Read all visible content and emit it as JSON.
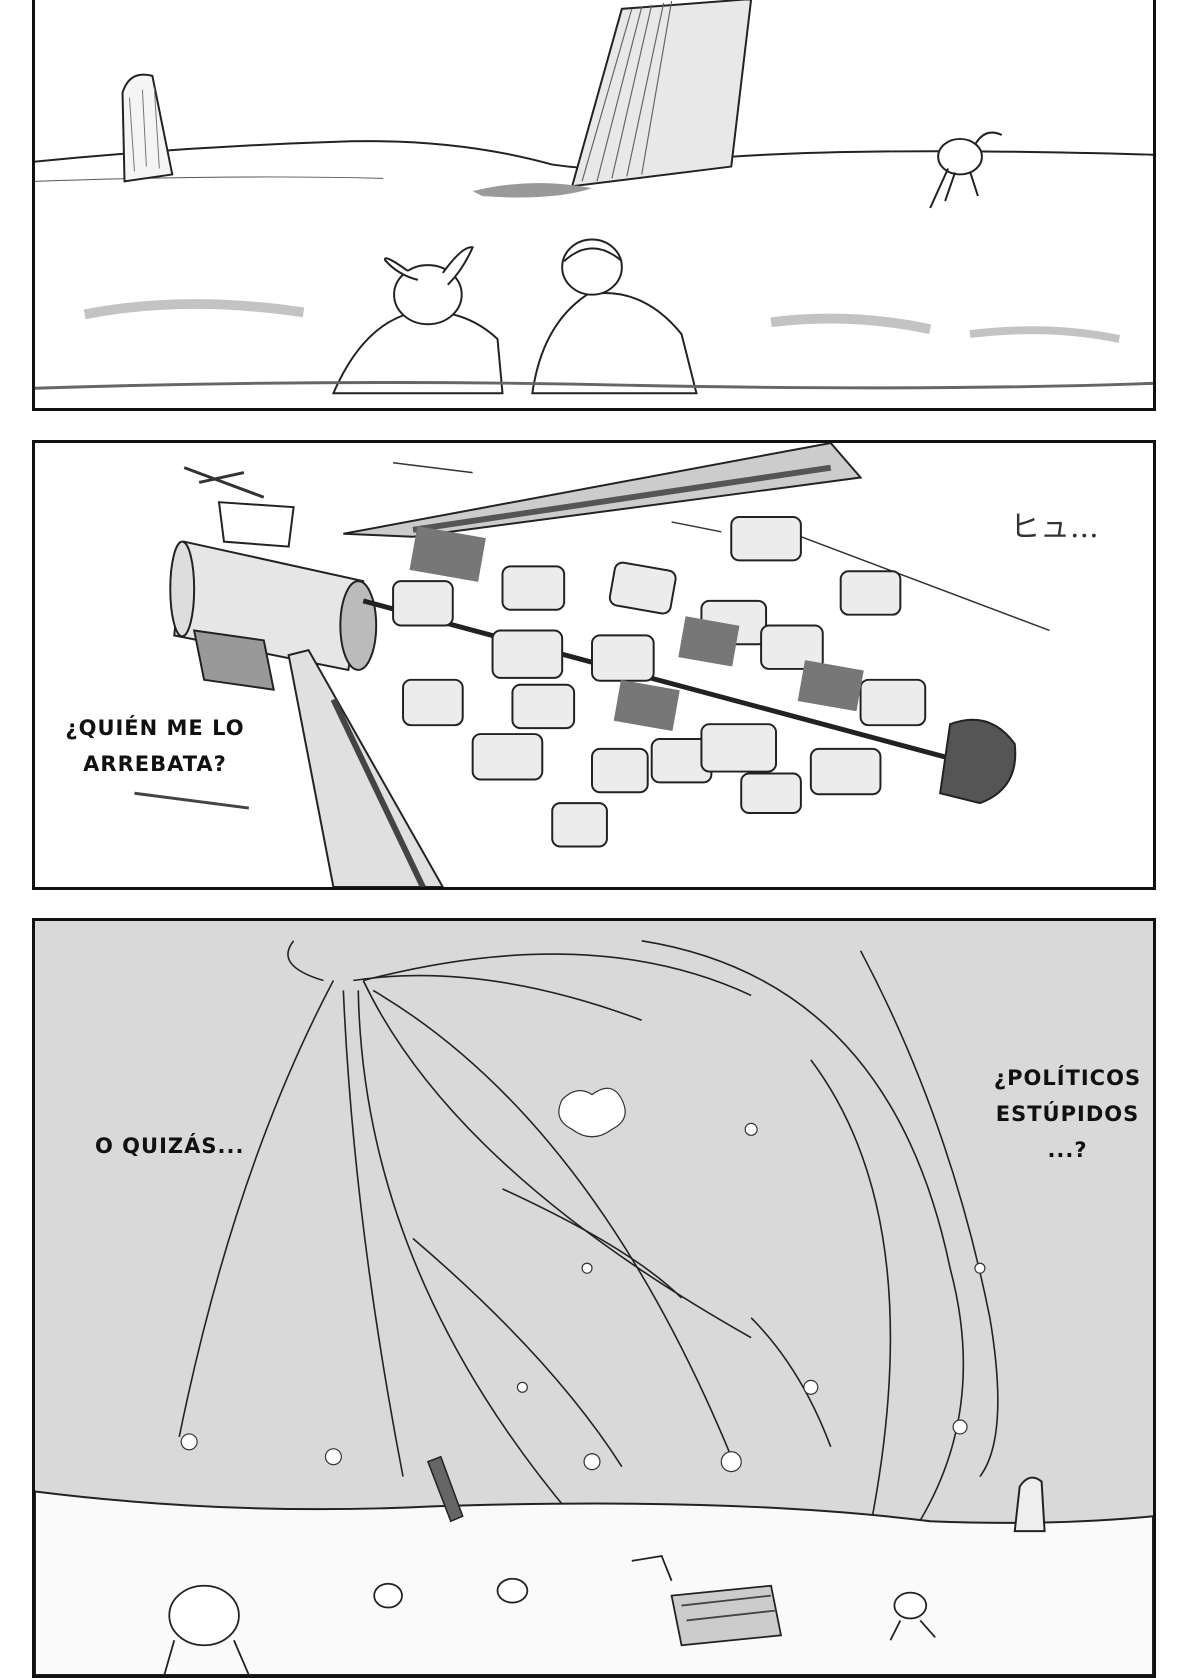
{
  "panels": [
    {
      "id": "panel-1",
      "scene": "desert-plain-with-monoliths-two-figures"
    },
    {
      "id": "panel-2",
      "scene": "space-structure-breaking-apart"
    },
    {
      "id": "panel-3",
      "scene": "falling-debris-trails-over-landscape"
    }
  ],
  "captions": {
    "panel_2": {
      "line_1": "¿QUIÉN ME LO",
      "line_2": "ARREBATA?"
    },
    "panel_3_left": {
      "line_1": "O QUIZÁS..."
    },
    "panel_3_right": {
      "line_1": "¿POLÍTICOS",
      "line_2": "ESTÚPIDOS",
      "line_3": "...?"
    }
  },
  "sfx": {
    "panel_2": "ヒュ..."
  },
  "colors": {
    "ink": "#111111",
    "paper": "#ffffff",
    "screentone": "#d9d9d9"
  }
}
